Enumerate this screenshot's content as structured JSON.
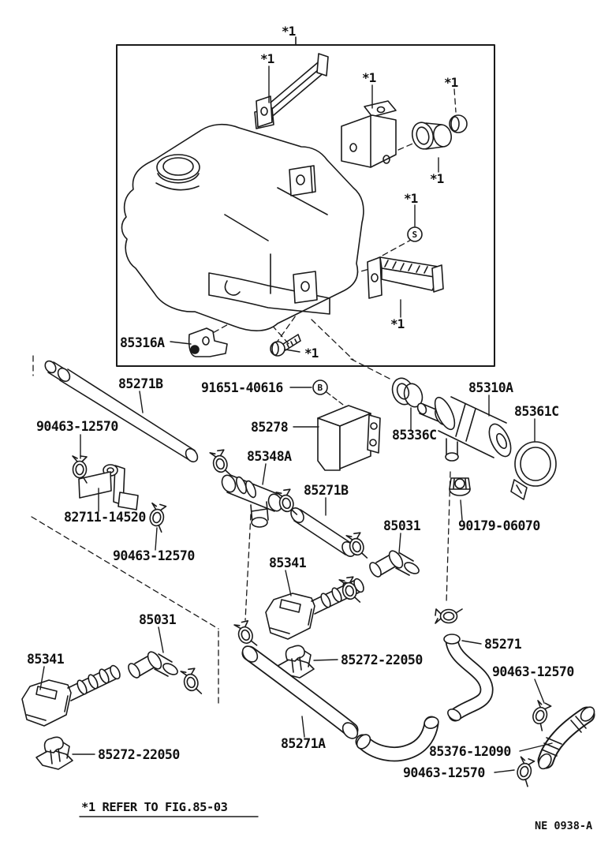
{
  "diagram": {
    "ref_marker": "*1",
    "screw_symbol": "S",
    "bolt_symbol": "B",
    "footnote": "*1 REFER TO FIG.85-03",
    "doc_code": "NE 0938-A",
    "parts": {
      "p85316A": "85316A",
      "p85271B": "85271B",
      "p91651_40616": "91651-40616",
      "p85278": "85278",
      "p85310A": "85310A",
      "p85361C": "85361C",
      "p85336C": "85336C",
      "p90463_12570": "90463-12570",
      "p82711_14520": "82711-14520",
      "p85348A": "85348A",
      "p85031": "85031",
      "p90179_06070": "90179-06070",
      "p85341": "85341",
      "p85272_22050": "85272-22050",
      "p85271": "85271",
      "p85271A": "85271A",
      "p85376_12090": "85376-12090"
    },
    "colors": {
      "line": "#1a1a1a",
      "background": "#ffffff"
    }
  }
}
